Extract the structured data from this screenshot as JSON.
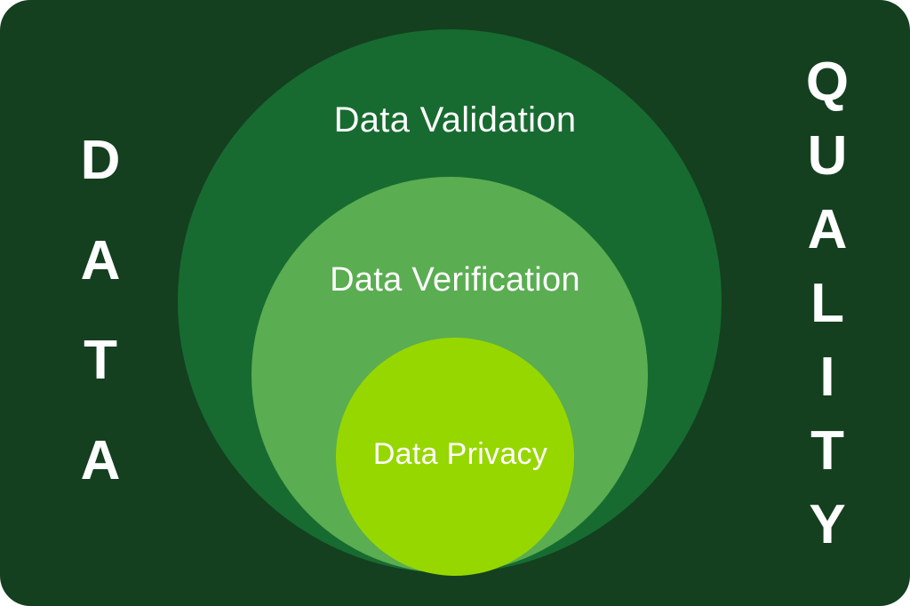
{
  "diagram": {
    "type": "concentric-circles",
    "title": "Data Quality",
    "background_color": "#14401f",
    "left_word": {
      "text": "DATA",
      "letters": [
        "D",
        "A",
        "T",
        "A"
      ],
      "orientation": "vertical",
      "color": "#ffffff"
    },
    "right_word": {
      "text": "QUALITY",
      "letters": [
        "Q",
        "U",
        "A",
        "L",
        "I",
        "T",
        "Y"
      ],
      "orientation": "vertical",
      "color": "#ffffff"
    },
    "rings": [
      {
        "label": "Data Validation",
        "level": 1,
        "position": "outer",
        "fill_color": "#176b30",
        "text_color": "#ffffff"
      },
      {
        "label": "Data Verification",
        "level": 2,
        "position": "middle",
        "fill_color": "#5aad51",
        "text_color": "#ffffff"
      },
      {
        "label": "Data Privacy",
        "level": 3,
        "position": "inner",
        "fill_color": "#97d700",
        "text_color": "#ffffff"
      }
    ]
  }
}
